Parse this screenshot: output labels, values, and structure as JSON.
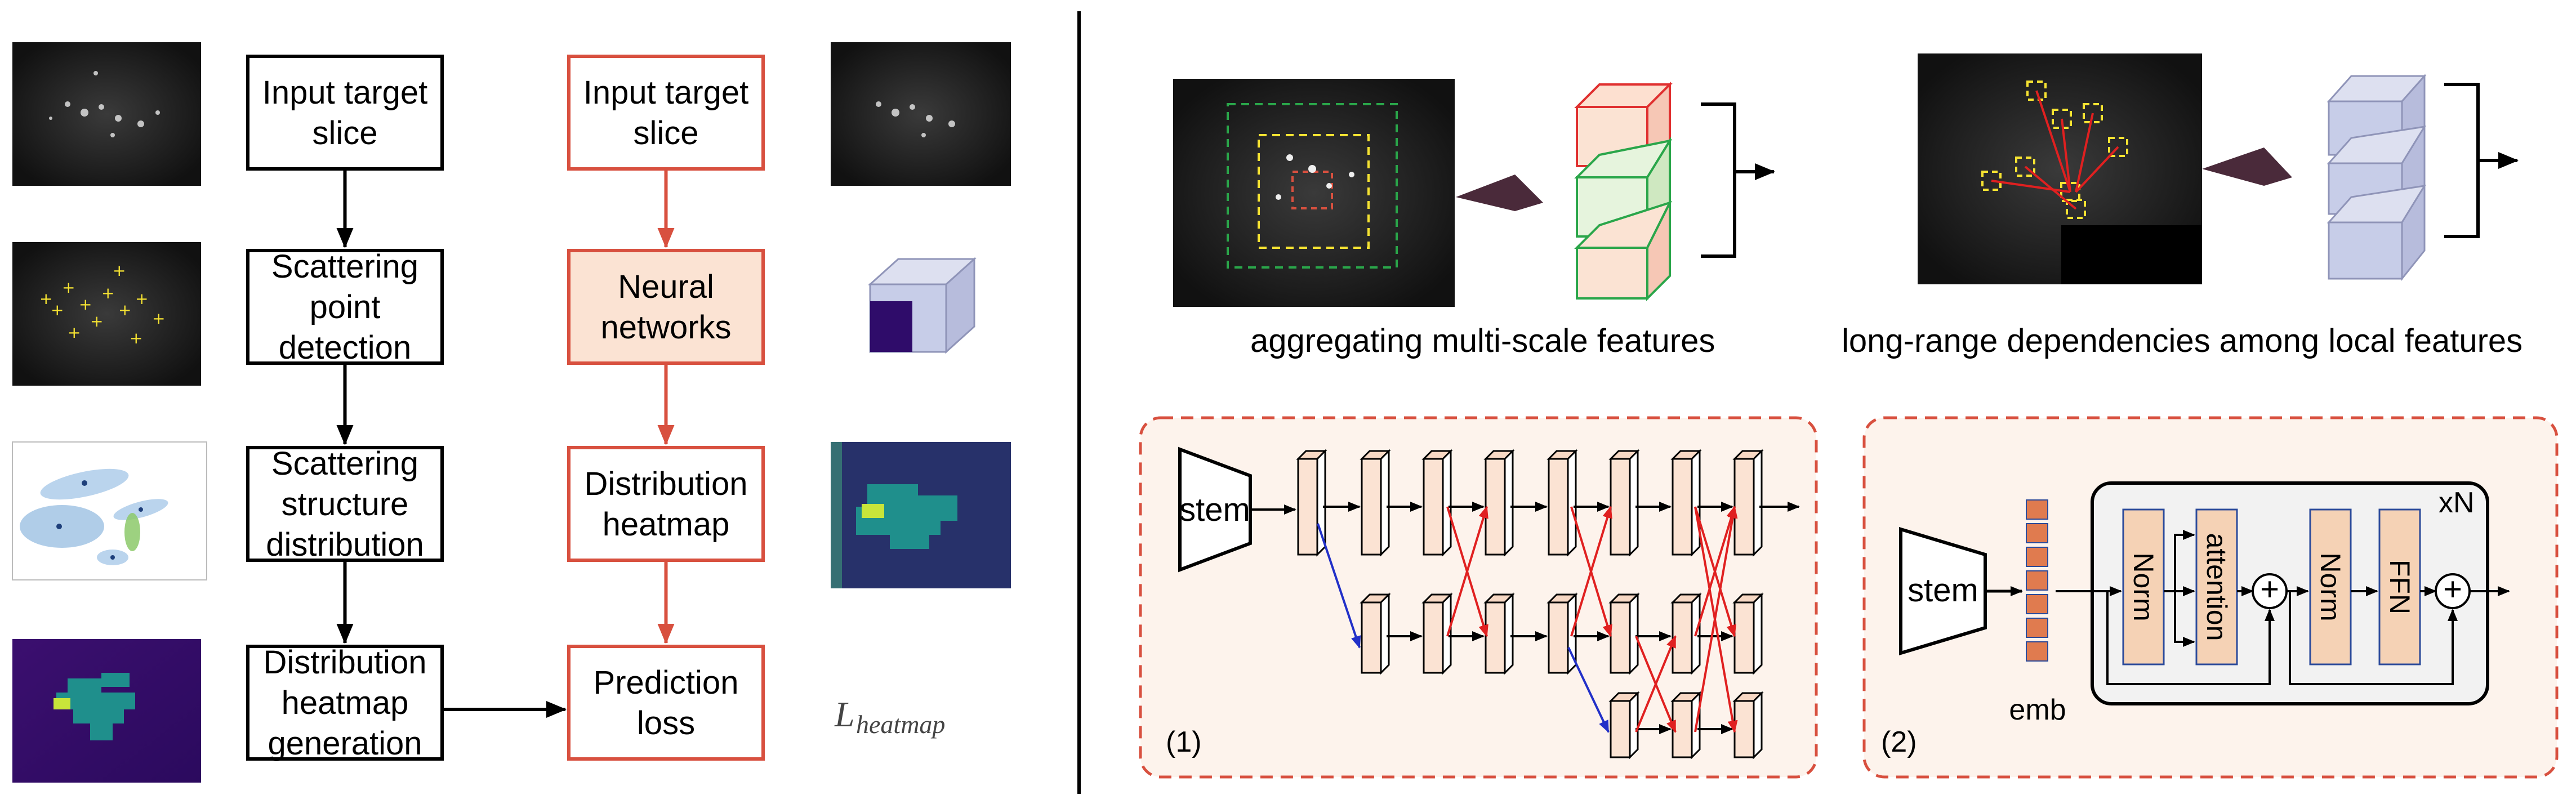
{
  "left_pipeline": {
    "col1": [
      "Input target|slice",
      "Scattering|point|detection",
      "Scattering|structure|distribution",
      "Distribution|heatmap|generation"
    ],
    "col2": [
      "Input target|slice",
      "Neural|networks",
      "Distribution|heatmap",
      "Prediction|loss"
    ],
    "loss_base": "L",
    "loss_sub": "heatmap"
  },
  "right_top": {
    "caption_left": "aggregating multi-scale features",
    "caption_right": "long-range dependencies among local features"
  },
  "panel1": {
    "stem": "stem",
    "tag": "(1)"
  },
  "panel2": {
    "stem": "stem",
    "emb": "emb",
    "repeat": "xN",
    "blocks": [
      "Norm",
      "attention",
      "Norm",
      "FFN"
    ],
    "plus": "+",
    "tag": "(2)"
  },
  "colors": {
    "red_line": "#d8503f",
    "peach_fill": "#fbe3d3",
    "panel_bg": "#fdf3ec",
    "orange_square": "#e07b4f",
    "blue_gray_fill": "#c7cde8",
    "blue_gray_stroke": "#8f94b8",
    "blue_arrow": "#2230c8",
    "red_arrow": "#e02020",
    "green": "#2aa64a",
    "yellow": "#f6e332",
    "dark_arrow": "#4a2a3a"
  }
}
